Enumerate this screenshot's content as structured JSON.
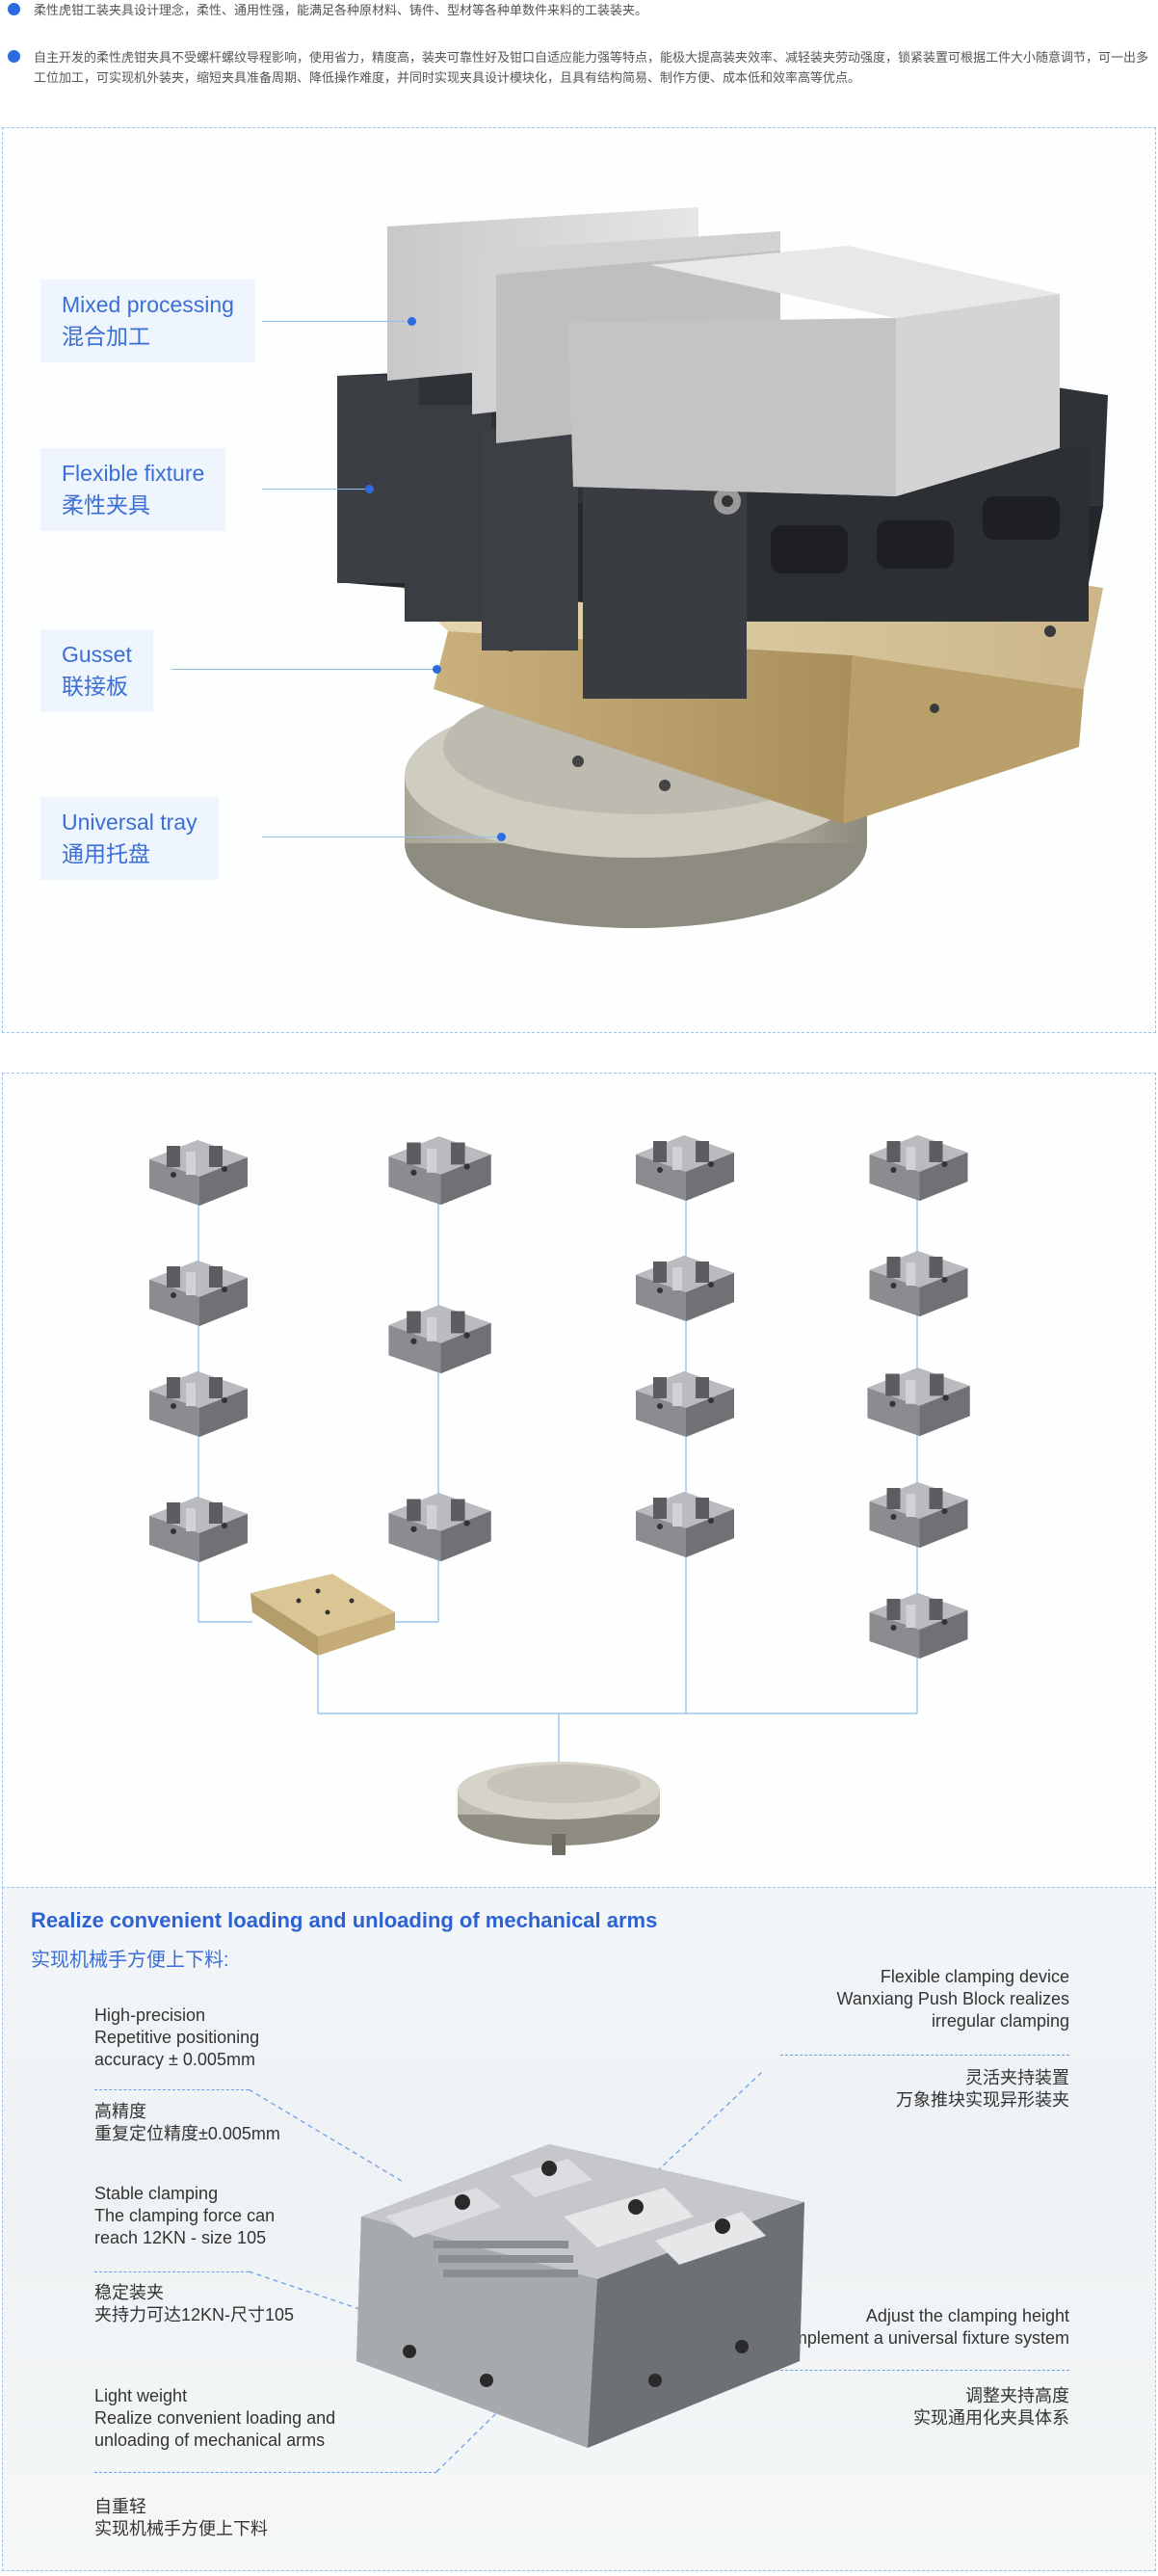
{
  "intro": {
    "bullets": [
      "柔性虎钳工装夹具设计理念，柔性、通用性强，能满足各种原材料、铸件、型材等各种单数件来料的工装装夹。",
      "自主开发的柔性虎钳夹具不受螺杆螺纹导程影响，使用省力，精度高，装夹可靠性好及钳口自适应能力强等特点，能极大提高装夹效率、减轻装夹劳动强度，锁紧装置可根据工件大小随意调节，可一出多工位加工，可实现机外装夹，缩短夹具准备周期、降低操作难度，并同时实现夹具设计模块化，且具有结构简易、制作方便、成本低和效率高等优点。"
    ]
  },
  "components": [
    {
      "en": "Mixed processing",
      "cn": "混合加工"
    },
    {
      "en": "Flexible fixture",
      "cn": "柔性夹具"
    },
    {
      "en": "Gusset",
      "cn": "联接板"
    },
    {
      "en": "Universal tray",
      "cn": "通用托盘"
    }
  ],
  "arm_section": {
    "title": "Realize convenient loading and unloading of mechanical arms",
    "subtitle": "实现机械手方便上下料:",
    "left_features": [
      {
        "en": [
          "High-precision",
          "Repetitive positioning",
          "accuracy ± 0.005mm"
        ],
        "cn": [
          "高精度",
          "重复定位精度±0.005mm"
        ]
      },
      {
        "en": [
          "Stable clamping",
          "The clamping force can",
          "reach 12KN - size 105"
        ],
        "cn": [
          "稳定装夹",
          "夹持力可达12KN-尺寸105"
        ]
      },
      {
        "en": [
          "Light weight",
          "Realize convenient loading and",
          "unloading of mechanical arms"
        ],
        "cn": [
          "自重轻",
          "实现机械手方便上下料"
        ]
      }
    ],
    "right_features": [
      {
        "en": [
          "Flexible clamping device",
          "Wanxiang Push Block realizes",
          "irregular clamping"
        ],
        "cn": [
          "灵活夹持装置",
          "万象推块实现异形装夹"
        ]
      },
      {
        "en": [
          "Adjust the clamping height",
          "Implement a universal fixture system"
        ],
        "cn": [
          "调整夹持高度",
          "实现通用化夹具体系"
        ]
      }
    ]
  },
  "colors": {
    "accent": "#2d6be0",
    "label_bg": "#eef5fc",
    "frame": "#9cc2ec",
    "brass": "#d9c59a",
    "steel": "#3a3d42"
  },
  "icons": {
    "bullet": "blue-dot-icon"
  }
}
